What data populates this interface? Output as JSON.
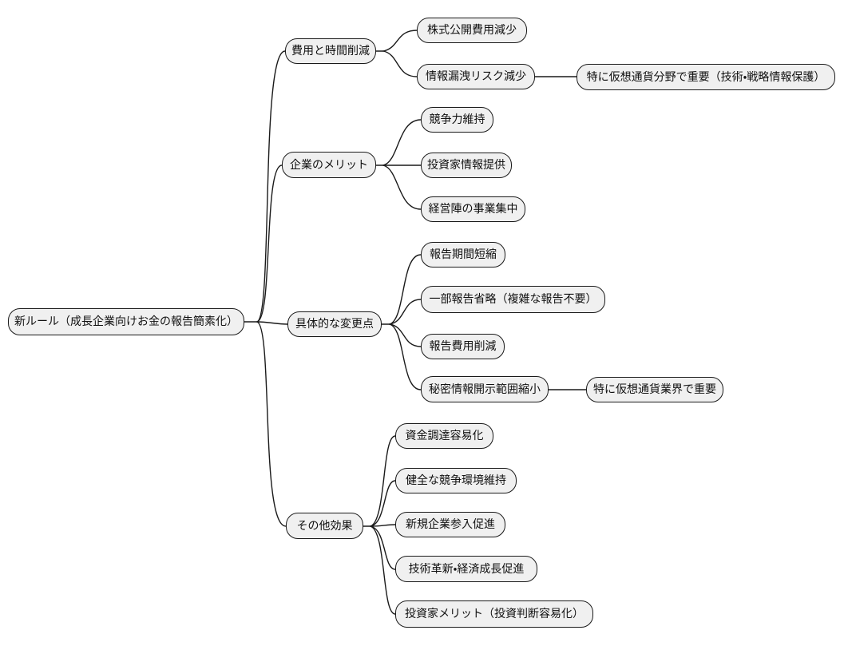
{
  "diagram": {
    "type": "mindmap",
    "direction": "left-to-right",
    "colors": {
      "background": "#ffffff",
      "node_fill": "#f0f0f0",
      "node_border": "#1a1a1a",
      "connector": "#1a1a1a",
      "text": "#111111"
    },
    "nodes": {
      "root": {
        "label": "新ルール（成長企業向けお金の報告簡素化）",
        "level": 0
      },
      "b1": {
        "label": "費用と時間削減",
        "level": 1
      },
      "b1c1": {
        "label": "株式公開費用減少",
        "level": 2
      },
      "b1c2": {
        "label": "情報漏洩リスク減少",
        "level": 2
      },
      "b1c2g1": {
        "label": "特に仮想通貨分野で重要（技術・戦略情報保護）",
        "level": 3
      },
      "b2": {
        "label": "企業のメリット",
        "level": 1
      },
      "b2c1": {
        "label": "競争力維持",
        "level": 2
      },
      "b2c2": {
        "label": "投資家情報提供",
        "level": 2
      },
      "b2c3": {
        "label": "経営陣の事業集中",
        "level": 2
      },
      "b3": {
        "label": "具体的な変更点",
        "level": 1
      },
      "b3c1": {
        "label": "報告期間短縮",
        "level": 2
      },
      "b3c2": {
        "label": "一部報告省略（複雑な報告不要）",
        "level": 2
      },
      "b3c3": {
        "label": "報告費用削減",
        "level": 2
      },
      "b3c4": {
        "label": "秘密情報開示範囲縮小",
        "level": 2
      },
      "b3c4g1": {
        "label": "特に仮想通貨業界で重要",
        "level": 3
      },
      "b4": {
        "label": "その他効果",
        "level": 1
      },
      "b4c1": {
        "label": "資金調達容易化",
        "level": 2
      },
      "b4c2": {
        "label": "健全な競争環境維持",
        "level": 2
      },
      "b4c3": {
        "label": "新規企業参入促進",
        "level": 2
      },
      "b4c4": {
        "label": "技術革新・経済成長促進",
        "level": 2
      },
      "b4c5": {
        "label": "投資家メリット（投資判断容易化）",
        "level": 2
      }
    },
    "edges": [
      {
        "from": "root",
        "to": "b1"
      },
      {
        "from": "root",
        "to": "b2"
      },
      {
        "from": "root",
        "to": "b3"
      },
      {
        "from": "root",
        "to": "b4"
      },
      {
        "from": "b1",
        "to": "b1c1"
      },
      {
        "from": "b1",
        "to": "b1c2"
      },
      {
        "from": "b1c2",
        "to": "b1c2g1"
      },
      {
        "from": "b2",
        "to": "b2c1"
      },
      {
        "from": "b2",
        "to": "b2c2"
      },
      {
        "from": "b2",
        "to": "b2c3"
      },
      {
        "from": "b3",
        "to": "b3c1"
      },
      {
        "from": "b3",
        "to": "b3c2"
      },
      {
        "from": "b3",
        "to": "b3c3"
      },
      {
        "from": "b3",
        "to": "b3c4"
      },
      {
        "from": "b3c4",
        "to": "b3c4g1"
      },
      {
        "from": "b4",
        "to": "b4c1"
      },
      {
        "from": "b4",
        "to": "b4c2"
      },
      {
        "from": "b4",
        "to": "b4c3"
      },
      {
        "from": "b4",
        "to": "b4c4"
      },
      {
        "from": "b4",
        "to": "b4c5"
      }
    ]
  }
}
